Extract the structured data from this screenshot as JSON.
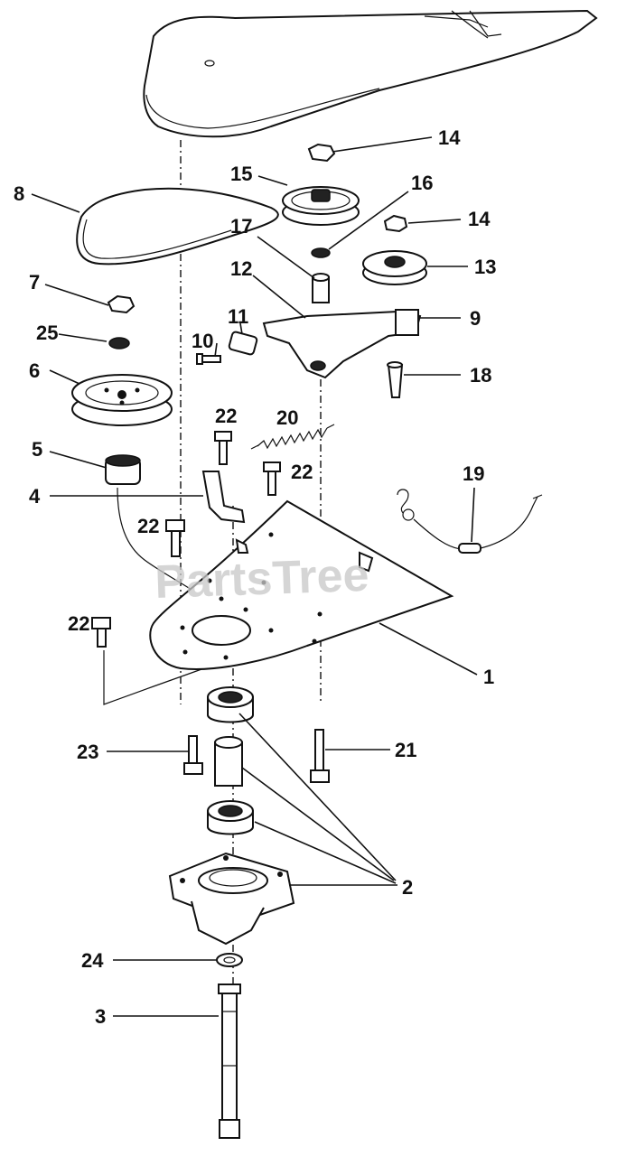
{
  "watermark": "PartsTree",
  "callouts": {
    "c1": "1",
    "c2": "2",
    "c3": "3",
    "c4": "4",
    "c5": "5",
    "c6": "6",
    "c7": "7",
    "c8": "8",
    "c9": "9",
    "c10": "10",
    "c11": "11",
    "c12": "12",
    "c13": "13",
    "c14a": "14",
    "c14b": "14",
    "c15": "15",
    "c16": "16",
    "c17": "17",
    "c18": "18",
    "c19": "19",
    "c20": "20",
    "c21": "21",
    "c22a": "22",
    "c22b": "22",
    "c22c": "22",
    "c22d": "22",
    "c23": "23",
    "c24": "24",
    "c25": "25"
  }
}
